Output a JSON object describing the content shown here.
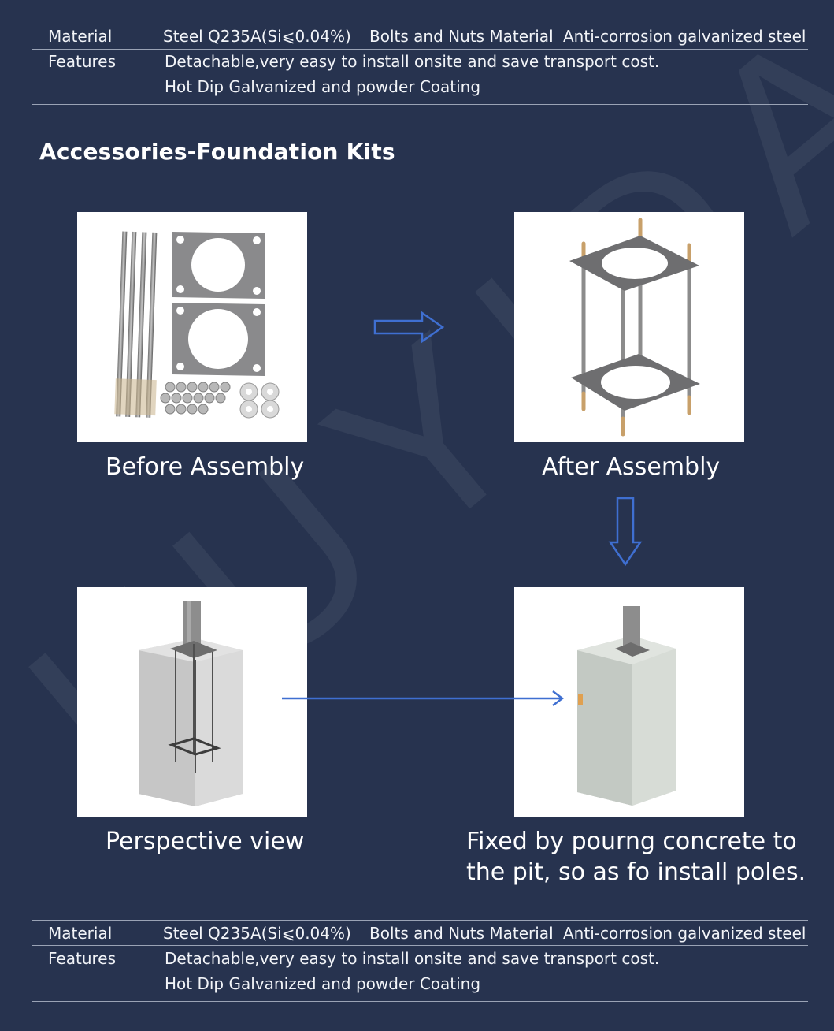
{
  "spec_top": {
    "material_label": "Material",
    "material_value": "Steel Q235A(Si⩽0.04%)",
    "bolts_label": "Bolts and Nuts Material",
    "bolts_value": "Anti-corrosion galvanized steel",
    "features_label": "Features",
    "feature_line_1": "Detachable,very easy to install onsite and save transport cost.",
    "feature_line_2": "Hot Dip Galvanized and powder Coating"
  },
  "section_title": "Accessories-Foundation Kits",
  "steps": {
    "before": "Before Assembly",
    "after": "After Assembly",
    "perspective": "Perspective view",
    "fixed_line_1": "Fixed by pourng concrete to",
    "fixed_line_2": "the pit, so as fo install poles."
  },
  "watermark": "KUYIDA",
  "spec_bottom": {
    "material_label": "Material",
    "material_value": "Steel Q235A(Si⩽0.04%)",
    "bolts_label": "Bolts and Nuts Material",
    "bolts_value": "Anti-corrosion galvanized steel",
    "features_label": "Features",
    "feature_line_1": "Detachable,very easy to install onsite and save transport cost.",
    "feature_line_2": "Hot Dip Galvanized and powder Coating"
  },
  "colors": {
    "background": "#27334f",
    "arrow": "#3f6fd1",
    "text": "#ffffff"
  }
}
